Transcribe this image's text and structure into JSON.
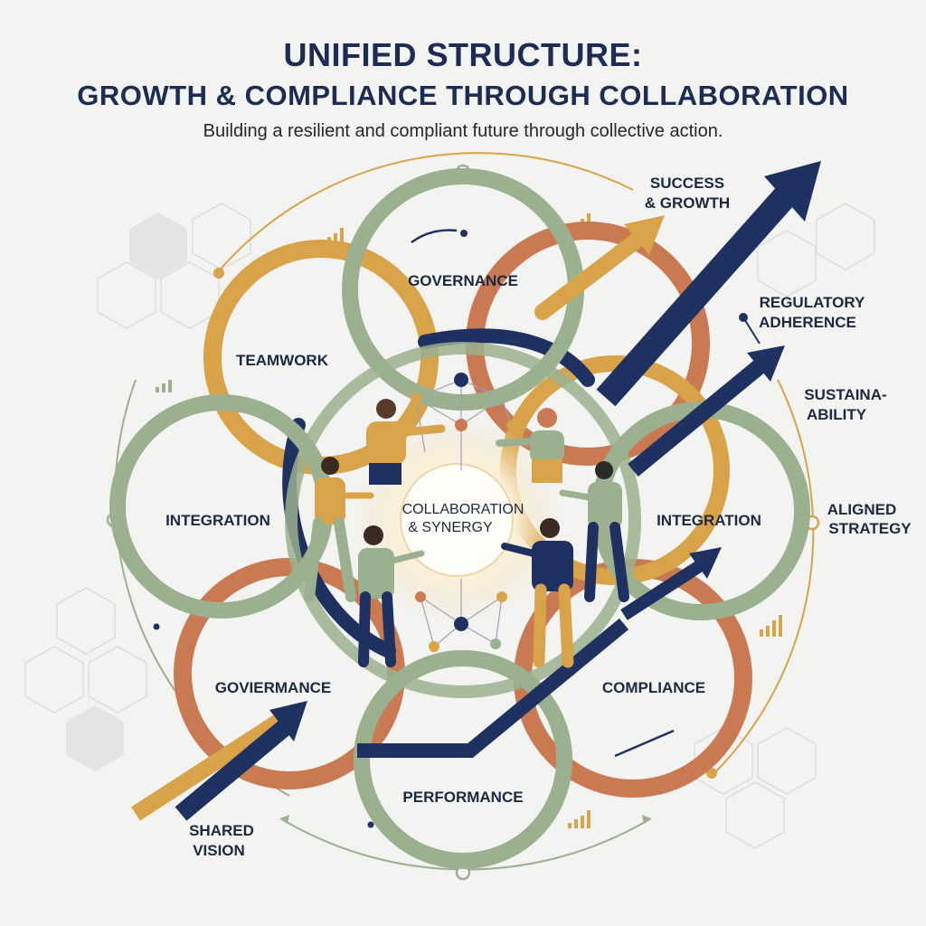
{
  "header": {
    "title_line1": "UNIFIED STRUCTURE:",
    "title_line2": "GROWTH & COMPLIANCE THROUGH COLLABORATION",
    "subtitle": "Building a resilient and compliant future through collective action."
  },
  "center": {
    "line1": "COLLABORATION",
    "line2": "& SYNERGY"
  },
  "rings": {
    "governance_top": "GOVERNANCE",
    "teamwork": "TEAMWORK",
    "integration_left": "INTEGRATION",
    "integration_right": "INTEGRATION",
    "governance_bottom": "GOVIERMANCE",
    "compliance": "COMPLIANCE",
    "performance": "PERFORMANCE"
  },
  "side_labels": {
    "success_line1": "SUCCESS",
    "success_line2": "& GROWTH",
    "regulatory_line1": "REGULATORY",
    "regulatory_line2": "ADHERENCE",
    "sustain_line1": "SUSTAINA-",
    "sustain_line2": "ABILITY",
    "aligned_line1": "ALIGNED",
    "aligned_line2": "STRATEGY",
    "shared_line1": "SHARED",
    "shared_line2": "VISION"
  },
  "colors": {
    "navy": "#1f3160",
    "gold": "#d9a34a",
    "sage": "#9bb08e",
    "terracotta": "#c97a52",
    "text": "#1d2940"
  }
}
